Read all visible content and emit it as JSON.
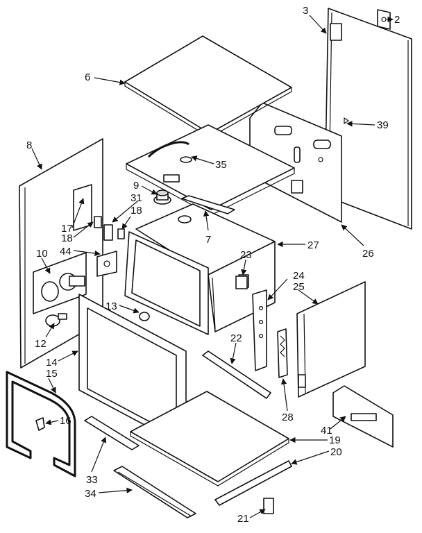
{
  "labels": {
    "l2": "2",
    "l3": "3",
    "l6": "6",
    "l39": "39",
    "l8": "8",
    "l35": "35",
    "l9": "9",
    "l31": "31",
    "l18a": "18",
    "l18b": "18",
    "l17": "17",
    "l7": "7",
    "l27": "27",
    "l44": "44",
    "l10": "10",
    "l23": "23",
    "l26": "26",
    "l24": "24",
    "l25": "25",
    "l13": "13",
    "l12": "12",
    "l22": "22",
    "l14": "14",
    "l15": "15",
    "l16": "16",
    "l28": "28",
    "l41": "41",
    "l19": "19",
    "l20": "20",
    "l33": "33",
    "l34": "34",
    "l21": "21"
  }
}
